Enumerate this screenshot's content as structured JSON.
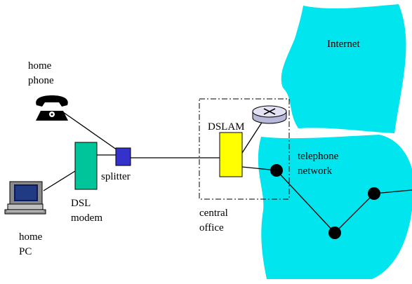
{
  "labels": {
    "internet": "Internet",
    "home_phone_line1": "home",
    "home_phone_line2": "phone",
    "dslam": "DSLAM",
    "splitter": "splitter",
    "dsl_modem_line1": "DSL",
    "dsl_modem_line2": "modem",
    "central_office_line1": "central",
    "central_office_line2": "office",
    "telephone_network_line1": "telephone",
    "telephone_network_line2": "network",
    "home_pc_line1": "home",
    "home_pc_line2": "PC"
  },
  "colors": {
    "cloud": "#00e5ee",
    "modem": "#00c49a",
    "splitter": "#3333cc",
    "dslam": "#ffff00",
    "router": "#d8d8f0",
    "line": "#000000"
  },
  "icons": {
    "phone": "telephone-icon",
    "pc": "desktop-computer-icon",
    "router": "router-icon"
  }
}
